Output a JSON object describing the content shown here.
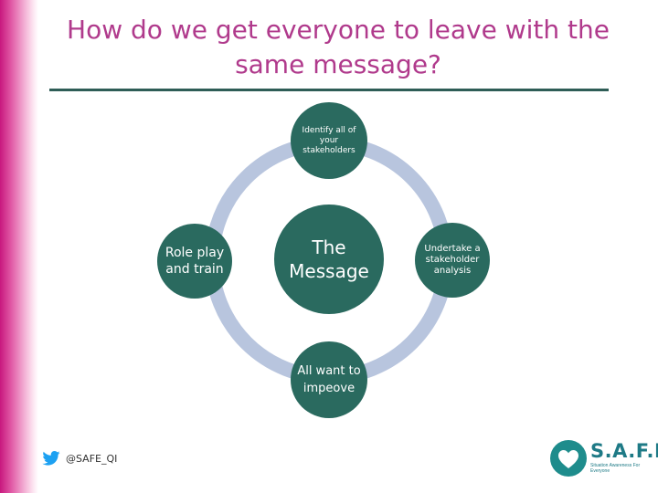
{
  "slide": {
    "title": "How do we get everyone to leave with the same message?"
  },
  "diagram": {
    "center": "The Message",
    "top": "Identify all of your stakeholders",
    "right": "Undertake a stakeholder analysis",
    "bottom": "All want to impeove",
    "left": "Role play and train"
  },
  "footer": {
    "twitter_handle": "@SAFE_QI",
    "logo_name": "S.A.F.E",
    "logo_tagline": "Situation Awareness For Everyone"
  },
  "colors": {
    "title": "#b03a8c",
    "node_fill": "#2a6a5f",
    "ring": "#b8c5de",
    "rule": "#2e5d56",
    "accent_bar": "#c8187e",
    "logo": "#1e8c8c"
  }
}
